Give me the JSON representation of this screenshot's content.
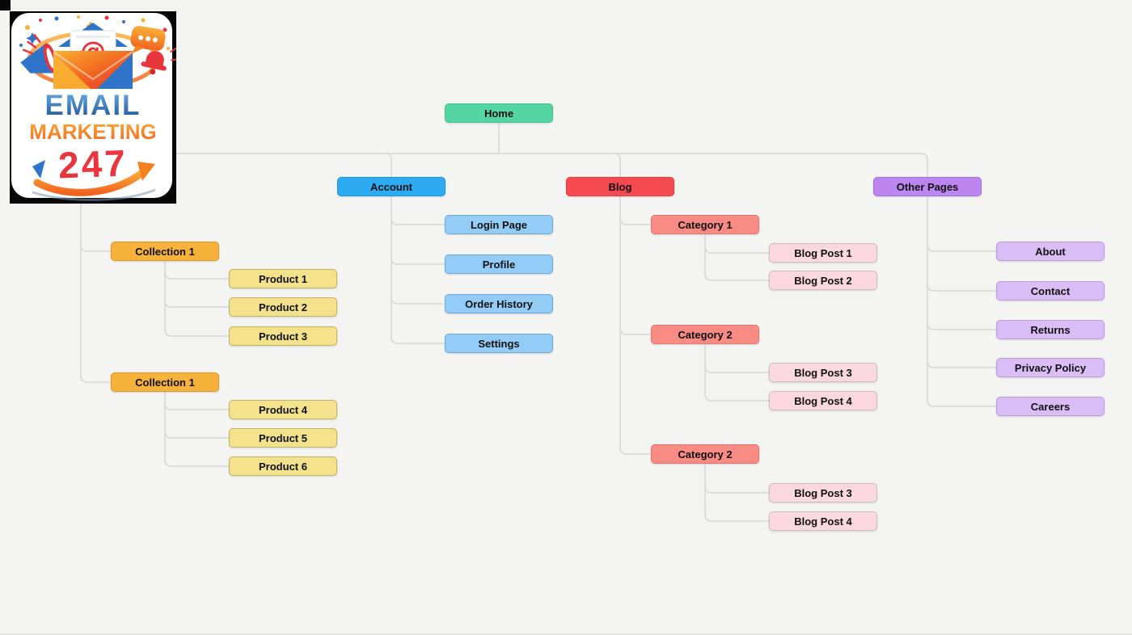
{
  "canvas": {
    "background": "#f4f4f3"
  },
  "connector_color": "#d7d7d5",
  "logo": {
    "line1": "EMAIL",
    "line2": "MARKETING",
    "line3": "247",
    "at_symbol": "@",
    "colors": {
      "line1_top": "#6ab0e8",
      "line1_bottom": "#1c4f92",
      "line2_top": "#fbb03b",
      "line2_bottom": "#f1641f",
      "line3": "#e8353e",
      "arrow": "#f5801f"
    }
  },
  "palette": {
    "home": {
      "fill": "#55d4a4",
      "border": "#41c290"
    },
    "account": {
      "fill": "#2caaf2",
      "border": "#1d93d8"
    },
    "account_page": {
      "fill": "#93cdf7",
      "border": "#70a9d0"
    },
    "blog": {
      "fill": "#f64a51",
      "border": "#dd3a42"
    },
    "category": {
      "fill": "#f88b83",
      "border": "#e0736b"
    },
    "post": {
      "fill": "#fbd8df",
      "border": "#cebcc1"
    },
    "collection": {
      "fill": "#f6b23b",
      "border": "#d79a28"
    },
    "product": {
      "fill": "#f3e28b",
      "border": "#c2b35e"
    },
    "other": {
      "fill": "#bc85f0",
      "border": "#a271d6"
    },
    "other_page": {
      "fill": "#dabcf6",
      "border": "#b99cda"
    }
  },
  "sitemap": {
    "nodes": [
      {
        "id": "home",
        "label": "Home",
        "type": "home"
      },
      {
        "id": "account",
        "label": "Account",
        "type": "account"
      },
      {
        "id": "login-page",
        "label": "Login Page",
        "type": "account_page"
      },
      {
        "id": "profile",
        "label": "Profile",
        "type": "account_page"
      },
      {
        "id": "order-history",
        "label": "Order History",
        "type": "account_page"
      },
      {
        "id": "settings",
        "label": "Settings",
        "type": "account_page"
      },
      {
        "id": "blog",
        "label": "Blog",
        "type": "blog"
      },
      {
        "id": "category-1",
        "label": "Category 1",
        "type": "category"
      },
      {
        "id": "blog-post-1",
        "label": "Blog Post 1",
        "type": "post"
      },
      {
        "id": "blog-post-2",
        "label": "Blog Post 2",
        "type": "post"
      },
      {
        "id": "category-2",
        "label": "Category 2",
        "type": "category"
      },
      {
        "id": "blog-post-3",
        "label": "Blog Post 3",
        "type": "post"
      },
      {
        "id": "blog-post-4",
        "label": "Blog Post 4",
        "type": "post"
      },
      {
        "id": "category-2b",
        "label": "Category 2",
        "type": "category"
      },
      {
        "id": "blog-post-3b",
        "label": "Blog Post 3",
        "type": "post"
      },
      {
        "id": "blog-post-4b",
        "label": "Blog Post 4",
        "type": "post"
      },
      {
        "id": "other-pages",
        "label": "Other Pages",
        "type": "other"
      },
      {
        "id": "about",
        "label": "About",
        "type": "other_page"
      },
      {
        "id": "contact",
        "label": "Contact",
        "type": "other_page"
      },
      {
        "id": "returns",
        "label": "Returns",
        "type": "other_page"
      },
      {
        "id": "privacy-policy",
        "label": "Privacy Policy",
        "type": "other_page"
      },
      {
        "id": "careers",
        "label": "Careers",
        "type": "other_page"
      },
      {
        "id": "collection-1a",
        "label": "Collection 1",
        "type": "collection"
      },
      {
        "id": "product-1",
        "label": "Product 1",
        "type": "product"
      },
      {
        "id": "product-2",
        "label": "Product 2",
        "type": "product"
      },
      {
        "id": "product-3",
        "label": "Product 3",
        "type": "product"
      },
      {
        "id": "collection-1b",
        "label": "Collection 1",
        "type": "collection"
      },
      {
        "id": "product-4",
        "label": "Product 4",
        "type": "product"
      },
      {
        "id": "product-5",
        "label": "Product 5",
        "type": "product"
      },
      {
        "id": "product-6",
        "label": "Product 6",
        "type": "product"
      }
    ]
  }
}
